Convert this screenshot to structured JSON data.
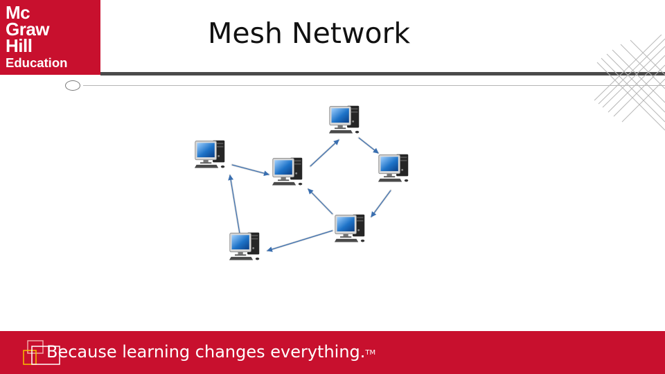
{
  "logo": {
    "line1": "Mc",
    "line2": "Graw",
    "line3": "Hill",
    "line4": "Education"
  },
  "title": "Mesh Network",
  "footer": {
    "tagline": "Because learning changes everything.",
    "trademark": "TM"
  },
  "colors": {
    "brand_red": "#c8102e",
    "rule_gray": "#4a4a4a",
    "screen_blue": "#1e73c8",
    "arrow_blue": "#3a6fb0"
  },
  "icons": [
    "computer-workstation-icon"
  ]
}
